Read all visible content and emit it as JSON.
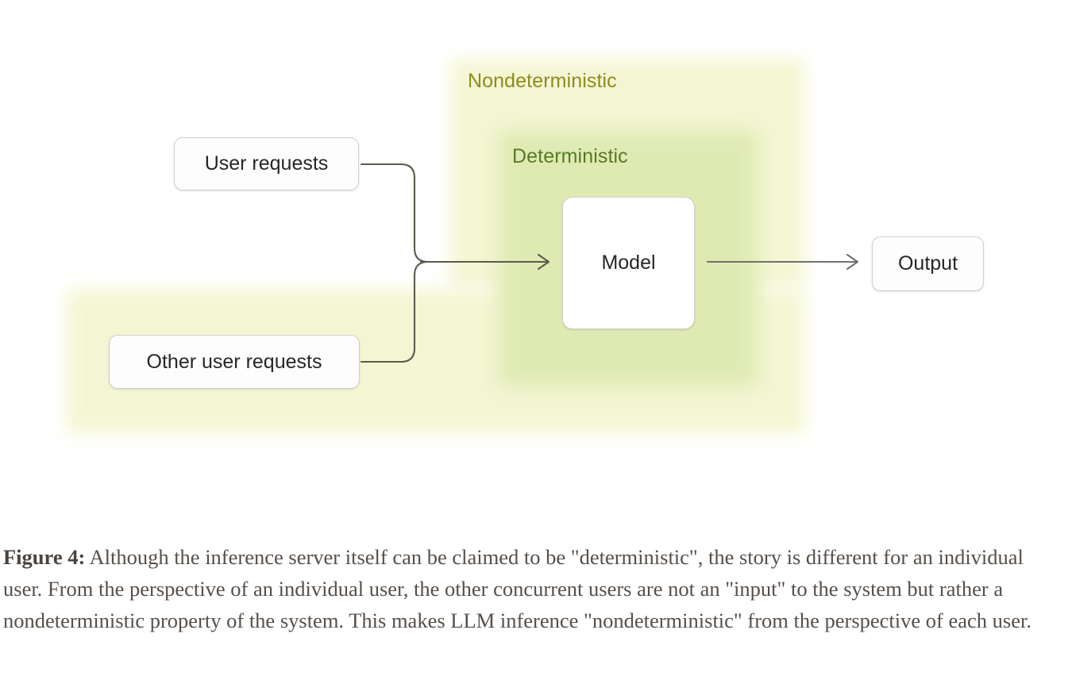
{
  "figure": {
    "regions": [
      {
        "id": "nondeterministic",
        "label": "Nondeterministic",
        "fill": "#f4f6d3",
        "label_color": "#8c8c1e"
      },
      {
        "id": "deterministic",
        "label": "Deterministic",
        "fill": "#dfeab3",
        "label_color": "#587a24"
      }
    ],
    "nodes": [
      {
        "id": "user-requests",
        "label": "User requests"
      },
      {
        "id": "other-user-requests",
        "label": "Other user requests"
      },
      {
        "id": "model",
        "label": "Model"
      },
      {
        "id": "output",
        "label": "Output"
      }
    ],
    "connectors": [
      {
        "id": "user-requests-to-model",
        "from": "user-requests",
        "to": "model",
        "arrow": true,
        "color": "#5b5b4d"
      },
      {
        "id": "other-user-requests-to-model",
        "from": "other-user-requests",
        "to": "model",
        "arrow": false,
        "color": "#5b5b4d"
      },
      {
        "id": "model-to-output",
        "from": "model",
        "to": "output",
        "arrow": true,
        "color": "#707070"
      }
    ]
  },
  "caption": {
    "label": "Figure 4:",
    "text": " Although the inference server itself can be claimed to be \"deterministic\", the story is different for an individual user. From the perspective of an individual user, the other concurrent users are not an \"input\" to the system but rather a nondeterministic property of the system. This makes LLM inference \"nondeterministic\" from the perspective of each user."
  }
}
